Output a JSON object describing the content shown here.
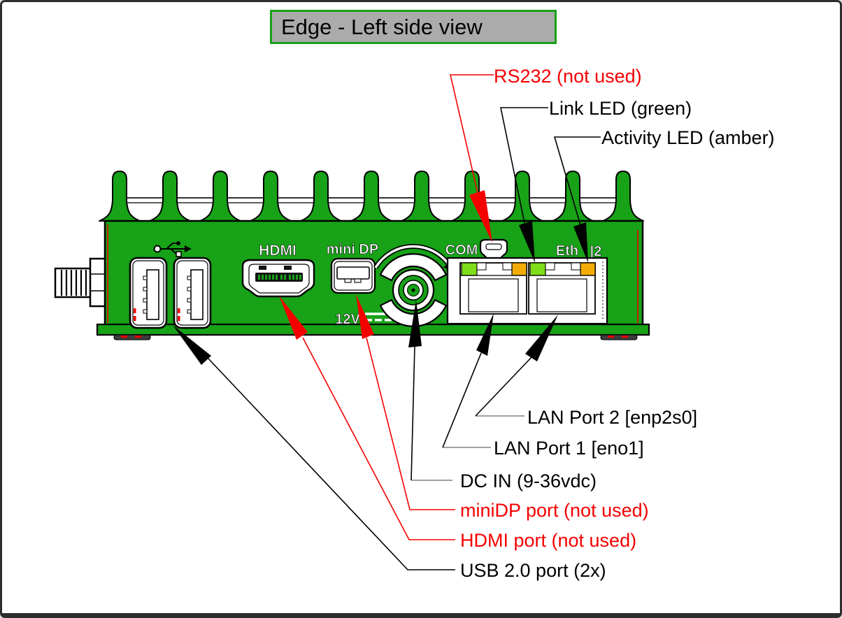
{
  "title": "Edge - Left side view",
  "colors": {
    "device_green": "#17A217",
    "led_green": "#7FDD1C",
    "led_amber": "#F3AC07",
    "callout_red": "#F50000",
    "leader_gray": "#808080",
    "title_bg": "#ABABAB",
    "title_border": "#17A217"
  },
  "device": {
    "markings": {
      "hdmi": "HDMI",
      "mini_dp": "mini DP",
      "power": "12V",
      "com": "COM",
      "eth": "Eth",
      "eth2": "|2"
    }
  },
  "callouts": [
    {
      "id": "rs232",
      "label": "RS232 (not used)",
      "color": "red"
    },
    {
      "id": "link-led",
      "label": "Link LED (green)",
      "color": "black"
    },
    {
      "id": "activity-led",
      "label": "Activity LED (amber)",
      "color": "black"
    },
    {
      "id": "lan-port-2",
      "label": "LAN Port 2 [enp2s0]",
      "color": "black"
    },
    {
      "id": "lan-port-1",
      "label": "LAN Port 1 [eno1]",
      "color": "black"
    },
    {
      "id": "dc-in",
      "label": "DC IN (9-36vdc)",
      "color": "black"
    },
    {
      "id": "minidp",
      "label": "miniDP port (not used)",
      "color": "red"
    },
    {
      "id": "hdmi",
      "label": "HDMI port (not used)",
      "color": "red"
    },
    {
      "id": "usb",
      "label": "USB 2.0 port (2x)",
      "color": "black"
    }
  ]
}
